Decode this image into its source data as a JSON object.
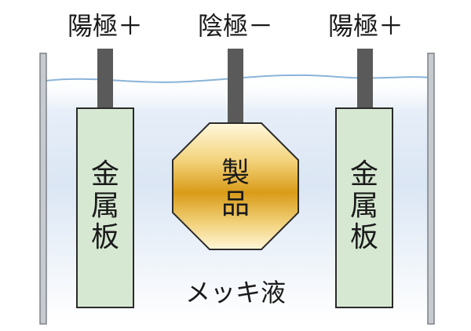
{
  "labels": {
    "anode_left": "陽極＋",
    "cathode": "陰極－",
    "anode_right": "陽極＋",
    "solution": "メッキ液"
  },
  "plates": {
    "left": [
      "金",
      "属",
      "板"
    ],
    "right": [
      "金",
      "属",
      "板"
    ]
  },
  "product": [
    "製",
    "品"
  ],
  "colors": {
    "plate_fill": "#d7e8d2",
    "plate_stroke": "#2b2b2b",
    "electrode_rod": "#5a5a5a",
    "tank_wall": "#9aa0a6",
    "liquid_tint": "#dfe9f5",
    "water_line": "#8ab4d8",
    "product_gold_light": "#fff3c8",
    "product_gold_dark": "#d9a01f"
  }
}
